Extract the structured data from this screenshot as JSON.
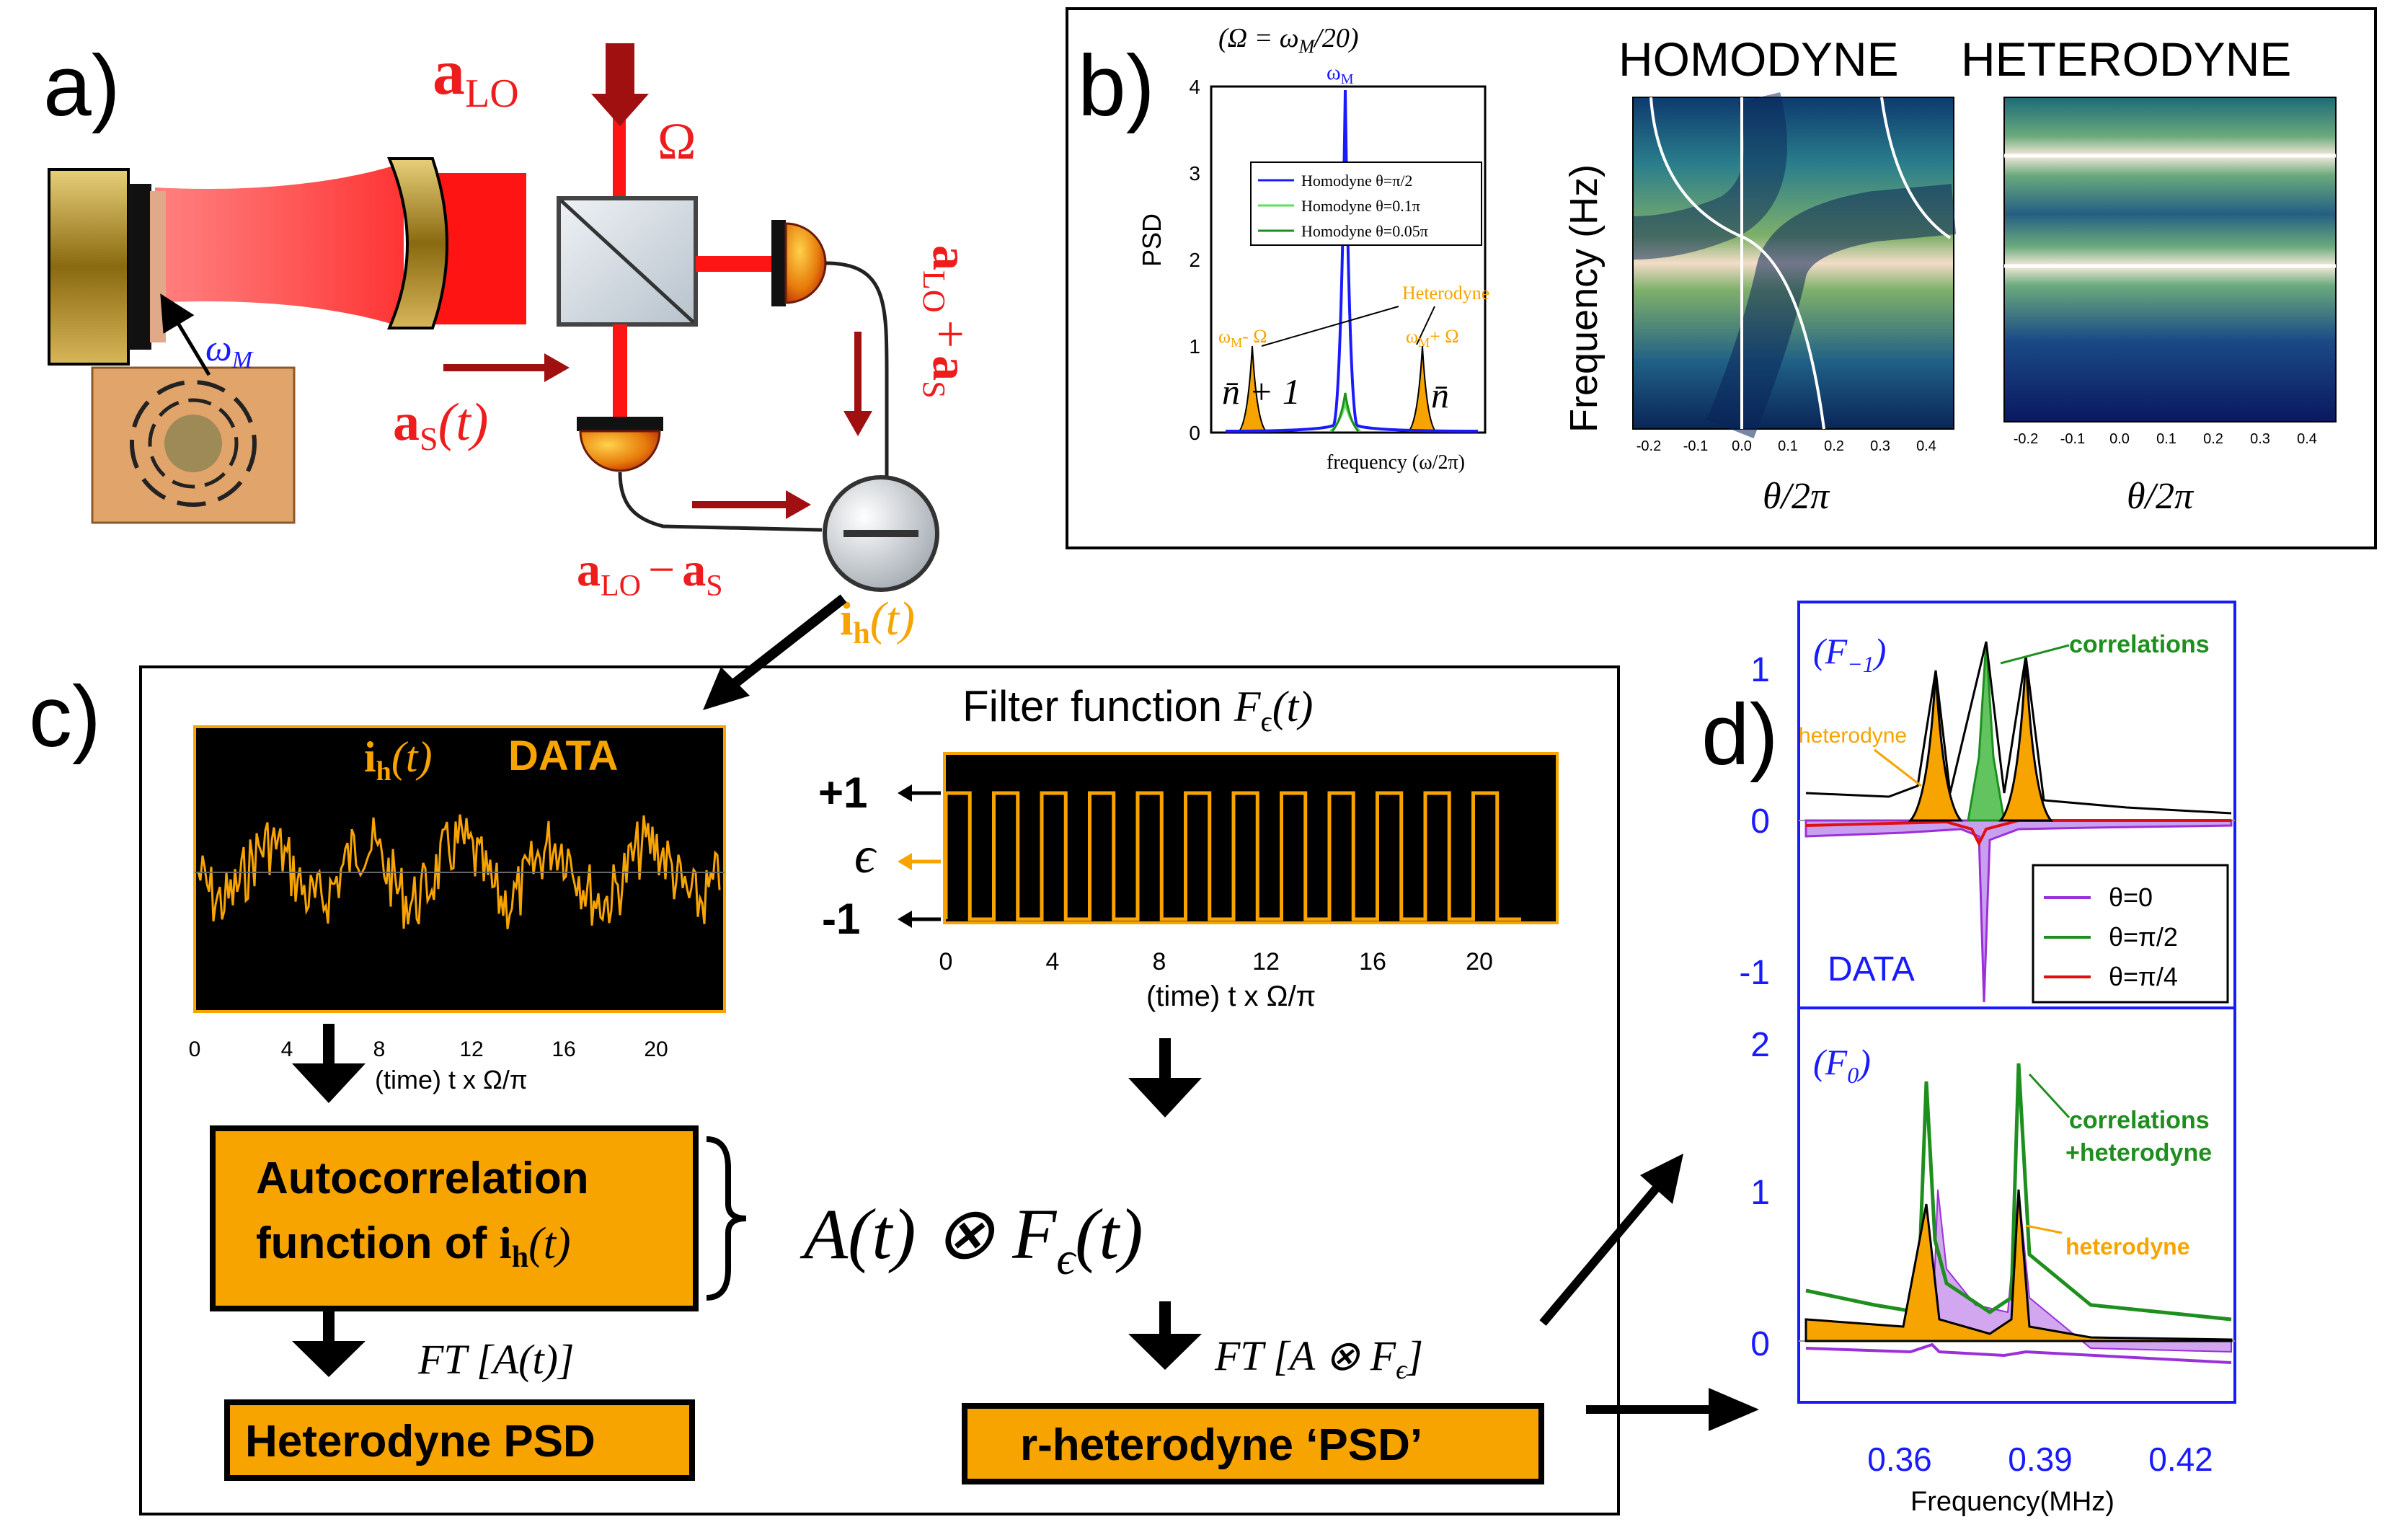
{
  "panel_a": {
    "label": "a)",
    "lo": "a",
    "lo_sub": "LO",
    "omega": "Ω",
    "omega_m": "ω",
    "omega_m_sub": "M",
    "signal": "a",
    "signal_sub": "S",
    "signal_t": "(t)",
    "sum": "a",
    "sum_sub_lo": "LO",
    "sum_op": "+",
    "sum_sub_s": "S",
    "diff": "a",
    "diff_sub_lo": "LO",
    "diff_op": "−",
    "diff_sub_s": "S",
    "current": "i",
    "current_sub": "h",
    "current_t": "(t)"
  },
  "panel_b": {
    "label": "b)",
    "condition": "(Ω = ω",
    "condition_sub": "M",
    "condition_end": "/20)",
    "peak_label": "ω",
    "peak_label_sub": "M",
    "ylabel": "PSD",
    "xlabel": "frequency (ω/2π)",
    "yticks": [
      "0",
      "1",
      "2",
      "3",
      "4"
    ],
    "legend": [
      "Homodyne θ=π/2",
      "Homodyne θ=0.1π",
      "Homodyne  θ=0.05π"
    ],
    "heterodyne_label": "Heterodyne",
    "left_sideband": "ω",
    "left_sideband_sub": "M",
    "left_sideband_end": "- Ω",
    "right_sideband": "ω",
    "right_sideband_sub": "M",
    "right_sideband_end": "+ Ω",
    "nbar_plus": "n̄ + 1",
    "nbar": "n̄",
    "homodyne_title": "HOMODYNE",
    "heterodyne_title": "HETERODYNE",
    "freq_axis": "Frequency (Hz)",
    "map_xticks": [
      "-0.2",
      "-0.1",
      "0.0",
      "0.1",
      "0.2",
      "0.3",
      "0.4"
    ],
    "map_xlabel": "θ/2π"
  },
  "panel_c": {
    "label": "c)",
    "data_title": "i",
    "data_title_sub": "h",
    "data_title_t": "(t)",
    "data_word": "DATA",
    "data_xticks": [
      "0",
      "4",
      "8",
      "12",
      "16",
      "20"
    ],
    "data_xlabel": "(time) t x Ω/π",
    "filter_title": "Filter function ",
    "filter_symbol": "F",
    "filter_sub": "ϵ",
    "filter_t": "(t)",
    "filter_plus": "+1",
    "filter_eps": "ϵ",
    "filter_minus": "-1",
    "filter_xticks": [
      "0",
      "4",
      "8",
      "12",
      "16",
      "20"
    ],
    "filter_xlabel": "(time) t x Ω/π",
    "autocorr_line1": "Autocorrelation",
    "autocorr_line2": "function of ",
    "autocorr_i": "i",
    "autocorr_sub": "h",
    "autocorr_t": "(t)",
    "convolution": "A(t) ⊗ F",
    "convolution_sub": "ϵ",
    "convolution_end": "(t)",
    "ft_a": "FT [A(t)]",
    "ft_conv": "FT [A ⊗ F",
    "ft_conv_sub": "ϵ",
    "ft_conv_end": "]",
    "het_psd": "Heterodyne PSD",
    "rhet_psd": "r-heterodyne ‘PSD’"
  },
  "panel_d": {
    "label": "d)",
    "top_tag": "(F",
    "top_tag_sub": "−1",
    "top_tag_end": ")",
    "bottom_tag": "(F",
    "bottom_tag_sub": "0",
    "bottom_tag_end": ")",
    "top_yticks": [
      "1",
      "0",
      "-1"
    ],
    "bottom_yticks": [
      "2",
      "1",
      "0"
    ],
    "correlations": "correlations",
    "heterodyne": "heterodyne",
    "data_word": "DATA",
    "legend": [
      "θ=0",
      "θ=π/2",
      "θ=π/4"
    ],
    "corr_het_1": "correlations",
    "corr_het_2": "+heterodyne",
    "heterodyne_bottom": "heterodyne",
    "xticks": [
      "0.36",
      "0.39",
      "0.42"
    ],
    "xlabel": "Frequency(MHz)"
  },
  "colors": {
    "laser_red": "#ee1c1c",
    "orange": "#f7a400",
    "blue": "#1a1aff",
    "green": "#1e8f1e",
    "purple": "#9b30d9",
    "dark_red": "#a01010"
  }
}
